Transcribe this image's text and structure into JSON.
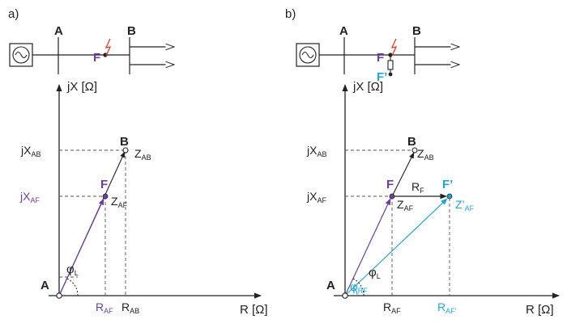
{
  "colors": {
    "ink": "#222222",
    "purple": "#6b3fa0",
    "cyan": "#1fa5d8",
    "flash": "#e03a2a"
  },
  "panel_a": {
    "label": "a)",
    "network": {
      "bus_a": "A",
      "bus_b": "B",
      "fault": "F",
      "source_icon": "ac-source-icon",
      "fault_icon": "lightning-icon"
    },
    "axes": {
      "y_label": "jX [Ω]",
      "x_label": "R [Ω]"
    },
    "points": {
      "origin": "A",
      "f": "F",
      "b": "B"
    },
    "impedance_labels": {
      "z_ab_main": "Z",
      "z_ab_sub": "AB",
      "z_af_main": "Z",
      "z_af_sub": "AF"
    },
    "y_ticks": [
      {
        "main": "jX",
        "sub": "AB"
      },
      {
        "main": "jX",
        "sub": "AF"
      }
    ],
    "x_ticks": [
      {
        "main": "R",
        "sub": "AF"
      },
      {
        "main": "R",
        "sub": "AB"
      }
    ],
    "angle": {
      "main": "φ",
      "sub": "L"
    }
  },
  "panel_b": {
    "label": "b)",
    "network": {
      "bus_a": "A",
      "bus_b": "B",
      "fault": "F",
      "fault_prime": "F’",
      "source_icon": "ac-source-icon",
      "fault_icon": "lightning-icon",
      "resistor_icon": "fault-resistor-icon"
    },
    "axes": {
      "y_label": "jX [Ω]",
      "x_label": "R [Ω]"
    },
    "points": {
      "origin": "A",
      "f": "F",
      "b": "B",
      "f_prime": "F’"
    },
    "impedance_labels": {
      "z_ab_main": "Z",
      "z_ab_sub": "AB",
      "z_af_main": "Z",
      "z_af_sub": "AF",
      "z_af_prime_main": "Z’",
      "z_af_prime_sub": "AF",
      "r_f_main": "R",
      "r_f_sub": "F"
    },
    "y_ticks": [
      {
        "main": "jX",
        "sub": "AB"
      },
      {
        "main": "jX",
        "sub": "AF"
      }
    ],
    "x_ticks": [
      {
        "main": "R",
        "sub": "AF"
      },
      {
        "main": "R",
        "sub": "AF’"
      }
    ],
    "angle_l": {
      "main": "φ",
      "sub": "L"
    },
    "angle_rf": {
      "main": "φ",
      "sub": "RF"
    }
  }
}
